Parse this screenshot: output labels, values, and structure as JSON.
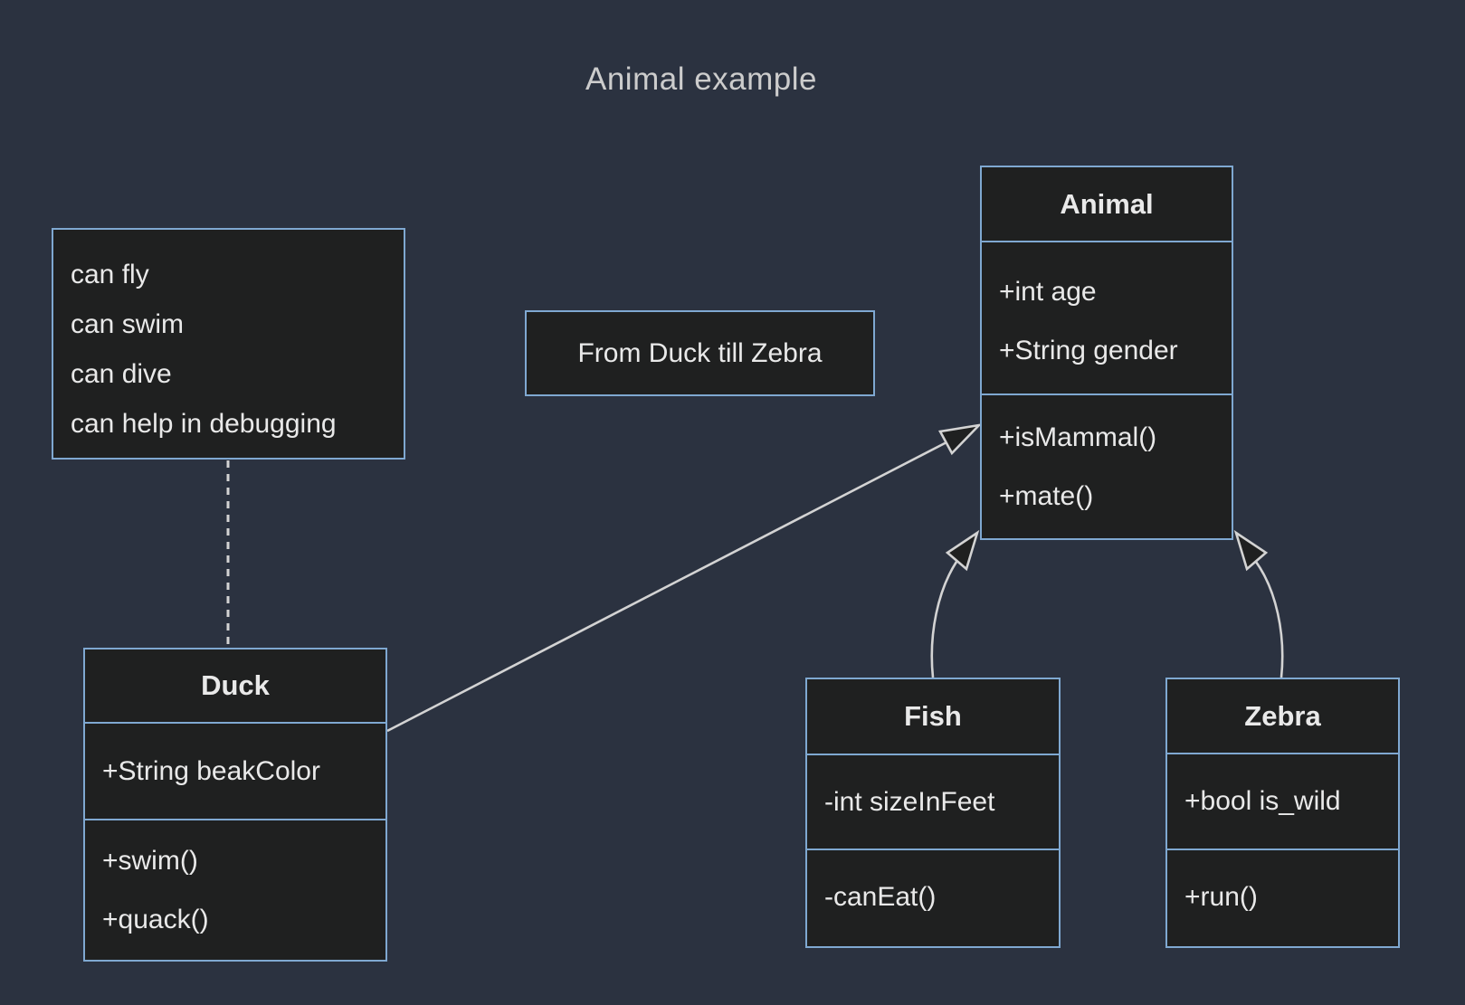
{
  "title": "Animal example",
  "colors": {
    "background": "#2b3240",
    "box_fill": "#1f2020",
    "box_border": "#7fa8d1",
    "text": "#e9e9e9",
    "edge_line": "#d3d3d3",
    "title_text": "#cccccc"
  },
  "notes": {
    "duck_note": {
      "lines": [
        "can fly",
        "can swim",
        "can dive",
        "can help in debugging"
      ]
    },
    "range_note": {
      "text": "From Duck till Zebra"
    }
  },
  "classes": {
    "animal": {
      "name": "Animal",
      "attributes": [
        "+int age",
        "+String gender"
      ],
      "methods": [
        "+isMammal()",
        "+mate()"
      ]
    },
    "duck": {
      "name": "Duck",
      "attributes": [
        "+String beakColor"
      ],
      "methods": [
        "+swim()",
        "+quack()"
      ]
    },
    "fish": {
      "name": "Fish",
      "attributes": [
        "-int sizeInFeet"
      ],
      "methods": [
        "-canEat()"
      ]
    },
    "zebra": {
      "name": "Zebra",
      "attributes": [
        "+bool is_wild"
      ],
      "methods": [
        "+run()"
      ]
    }
  },
  "relations": [
    {
      "from": "Duck",
      "to": "Animal",
      "type": "inheritance"
    },
    {
      "from": "Fish",
      "to": "Animal",
      "type": "inheritance"
    },
    {
      "from": "Zebra",
      "to": "Animal",
      "type": "inheritance"
    },
    {
      "from": "duck_note",
      "to": "Duck",
      "type": "note-link"
    }
  ]
}
